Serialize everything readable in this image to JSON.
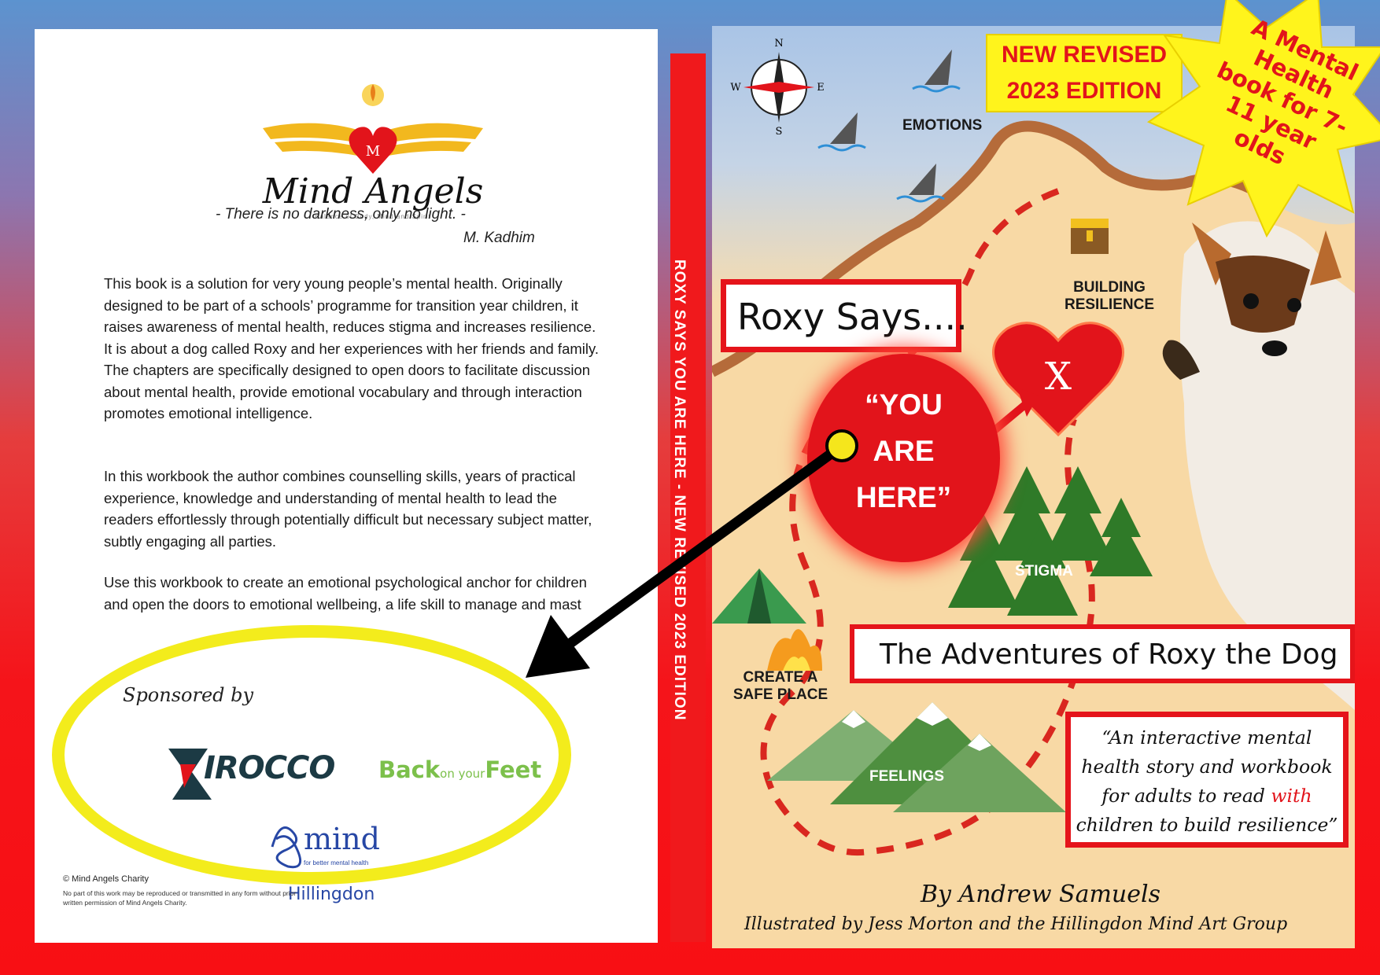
{
  "back_cover": {
    "logo_name": "Mind Angels",
    "logo_tagline": "Balance of Body, Mind and Spirit",
    "quote": "- There is no darkness, only no light. -",
    "quote_author": "M. Kadhim",
    "paragraphs": [
      "This book is a solution for very young people’s mental health. Originally designed to be part of a schools’ programme for transition year children, it raises awareness of mental health, reduces stigma and increases resilience.  It is about a dog called Roxy and her experiences with her friends and family.  The chapters are specifically designed to open doors to facilitate discussion about mental health, provide emotional vocabulary and through interaction promotes emotional intelligence.",
      "In this workbook the author combines counselling skills, years of practical experience, knowledge and understanding of mental health to lead the readers effortlessly through potentially difficult but necessary subject matter, subtly engaging all parties.",
      "Use this workbook to create an emotional psychological anchor for children and open the doors to emotional wellbeing, a life skill to manage and mast"
    ],
    "sponsored_label": "Sponsored by",
    "sponsors": {
      "sirocco": "IROCCO",
      "back_on_feet_prefix": "Back",
      "back_on_feet_mid": "on your",
      "back_on_feet_suffix": "Feet",
      "mind_word": "mind",
      "mind_sub": "for better mental health",
      "mind_location": "Hillingdon"
    },
    "copyright": "© Mind Angels Charity",
    "disclaimer": "No part of this work may be reproduced or transmitted in any form without prior written permission of Mind Angels Charity."
  },
  "spine": {
    "text": "ROXY SAYS YOU ARE HERE - NEW REVISED 2023 EDITION"
  },
  "front_cover": {
    "badge_line1": "NEW REVISED",
    "badge_line2": "2023 EDITION",
    "star_text": "A Mental Health book for 7-11 year olds",
    "compass": {
      "n": "N",
      "s": "S",
      "e": "E",
      "w": "W"
    },
    "title": "Roxy Says....",
    "circle_lines": [
      "“YOU",
      "ARE",
      "HERE”"
    ],
    "heart_mark": "X",
    "labels": {
      "emotions": "EMOTIONS",
      "building_1": "BUILDING",
      "building_2": "RESILIENCE",
      "stigma": "STIGMA",
      "safe_1": "CREATE A",
      "safe_2": "SAFE PLACE",
      "feelings": "FEELINGS"
    },
    "subtitle": "The Adventures of Roxy the Dog",
    "tagline_1": "“An interactive mental",
    "tagline_2": "health story and workbook",
    "tagline_3a": "for adults to read ",
    "tagline_3b": "with",
    "tagline_4": "children to build resilience”",
    "author": "By Andrew Samuels",
    "illustrator": "Illustrated by Jess Morton and the Hillingdon Mind Art Group"
  },
  "colors": {
    "accent_red": "#e2141b",
    "highlight_yellow": "#f3ec1c",
    "badge_yellow": "#fff41c"
  }
}
